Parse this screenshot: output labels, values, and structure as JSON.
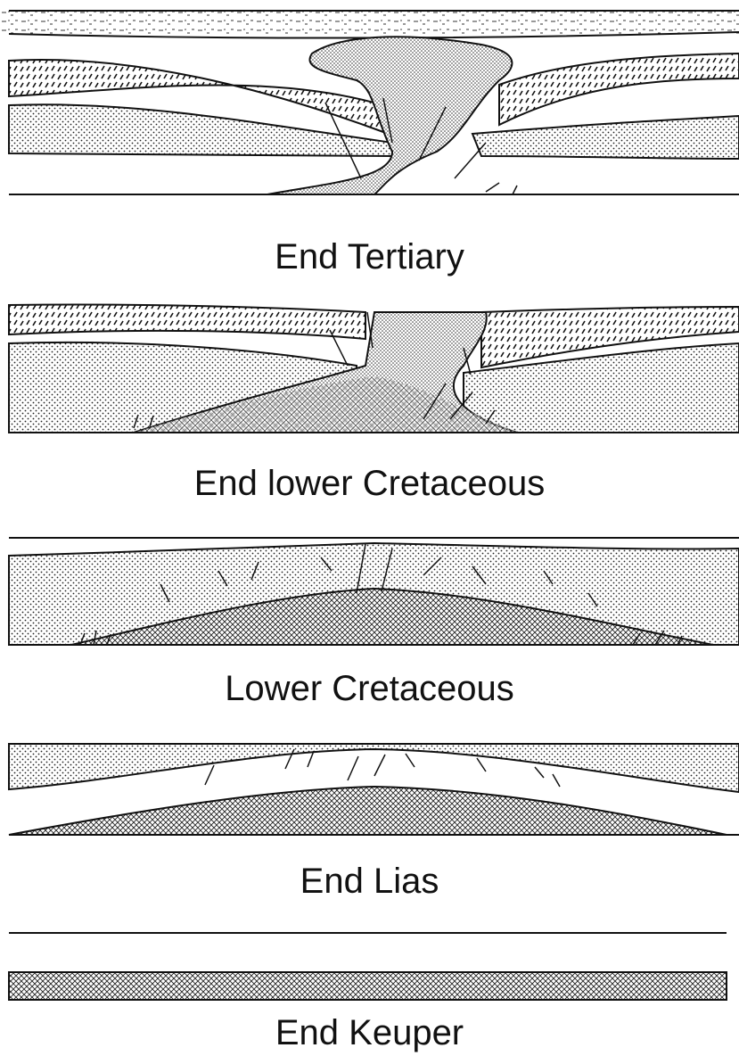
{
  "stages": [
    {
      "label": "End Tertiary"
    },
    {
      "label": "End lower Cretaceous"
    },
    {
      "label": "Lower Cretaceous"
    },
    {
      "label": "End Lias"
    },
    {
      "label": "End Keuper"
    }
  ],
  "colors": {
    "ink": "#111111",
    "background": "#ffffff"
  }
}
